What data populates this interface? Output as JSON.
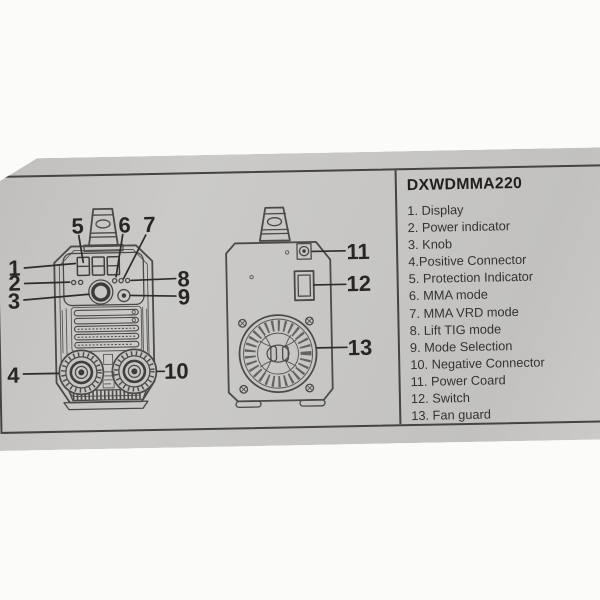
{
  "legend": {
    "title": "DXWDMMA220",
    "items": [
      "1. Display",
      "2. Power indicator",
      "3. Knob",
      "4.Positive Connector",
      "5. Protection Indicator",
      "6. MMA mode",
      "7. MMA VRD mode",
      "8. Lift TIG mode",
      "9. Mode Selection",
      "10. Negative Connector",
      "11. Power Coard",
      "12. Switch",
      "13. Fan guard"
    ]
  },
  "callouts": {
    "front": {
      "display": "1",
      "power_indicator": "2",
      "knob": "3",
      "positive_connector": "4",
      "protection_indicator": "5",
      "mma_mode": "6",
      "mma_vrd_mode": "7",
      "lift_tig_mode": "8",
      "mode_selection": "9",
      "negative_connector": "10"
    },
    "back": {
      "power_cord": "11",
      "switch": "12",
      "fan_guard": "13"
    }
  },
  "colors": {
    "background": "#fbfbfa",
    "paper": "#c6c5c3",
    "frame_border": "#454441",
    "line_art": "#4b4a47",
    "text": "#34332f"
  }
}
